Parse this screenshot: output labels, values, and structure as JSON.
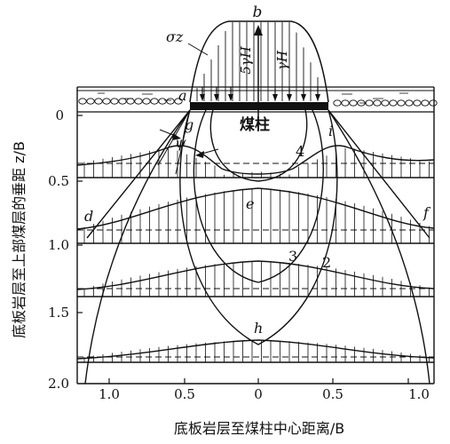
{
  "labels": {
    "top_b": "b",
    "sigma": "σz",
    "load_5": "5γH",
    "load_1": "γH",
    "pillar": "煤柱",
    "a": "a",
    "g": "g",
    "psi": "ψ",
    "i": "i",
    "d": "d",
    "e": "e",
    "f": "f",
    "h": "h",
    "c2": "2",
    "c3": "3",
    "c4": "4"
  },
  "axes": {
    "y_label": "底板岩层至上部煤层的垂距 z/B",
    "x_label": "底板岩层至煤柱中心距离/B",
    "y_ticks": [
      "0",
      "0.5",
      "1.0",
      "1.5",
      "2.0"
    ],
    "x_ticks": [
      "1.0",
      "0.5",
      "0",
      "0.5",
      "1.0"
    ]
  },
  "colors": {
    "ink": "#111111",
    "background": "#ffffff"
  }
}
